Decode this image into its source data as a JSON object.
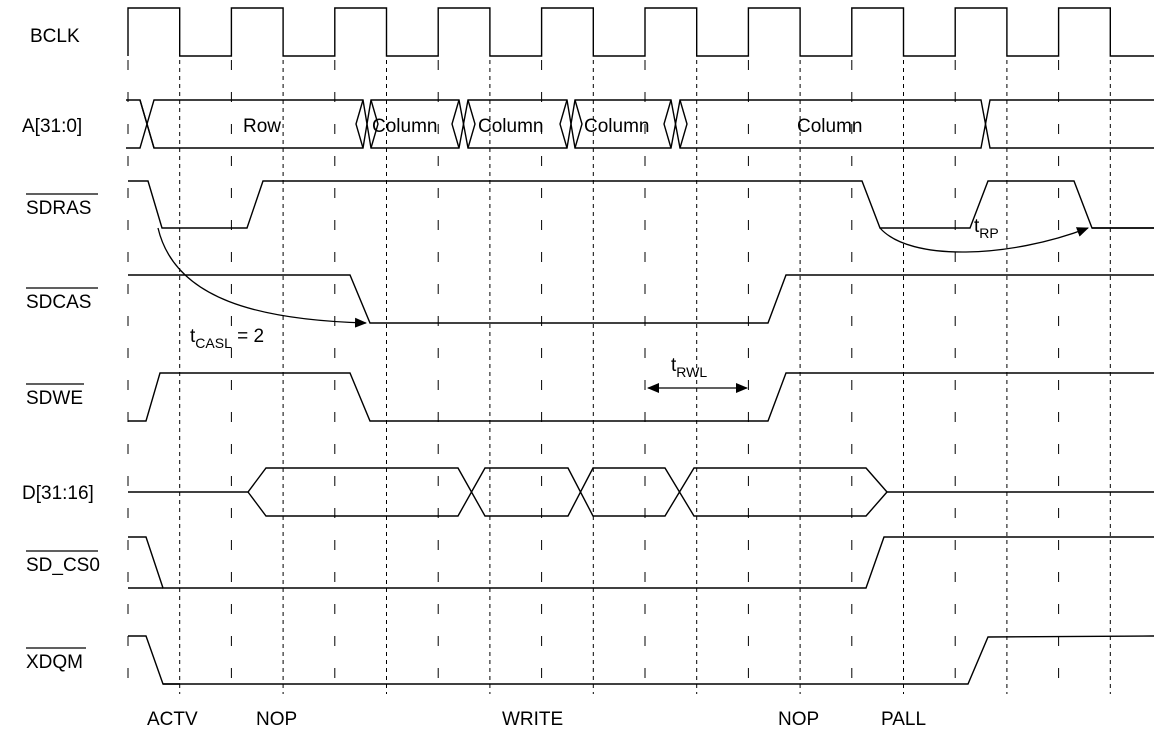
{
  "signals": {
    "bclk": "BCLK",
    "addr": "A[31:0]",
    "sdras": "SDRAS",
    "sdcas": "SDCAS",
    "sdwe": "SDWE",
    "data": "D[31:16]",
    "sdcs0": "SD_CS0",
    "xdqm": "XDQM"
  },
  "address_values": [
    "Row",
    "Column",
    "Column",
    "Column",
    "Column"
  ],
  "timing": {
    "casl_main": "t",
    "casl_sub": "CASL",
    "casl_value": " = 2",
    "rp_main": "t",
    "rp_sub": "RP",
    "rwl_main": "t",
    "rwl_sub": "RWL"
  },
  "commands": {
    "actv": "ACTV",
    "nop1": "NOP",
    "write": "WRITE",
    "nop2": "NOP",
    "pall": "PALL"
  }
}
